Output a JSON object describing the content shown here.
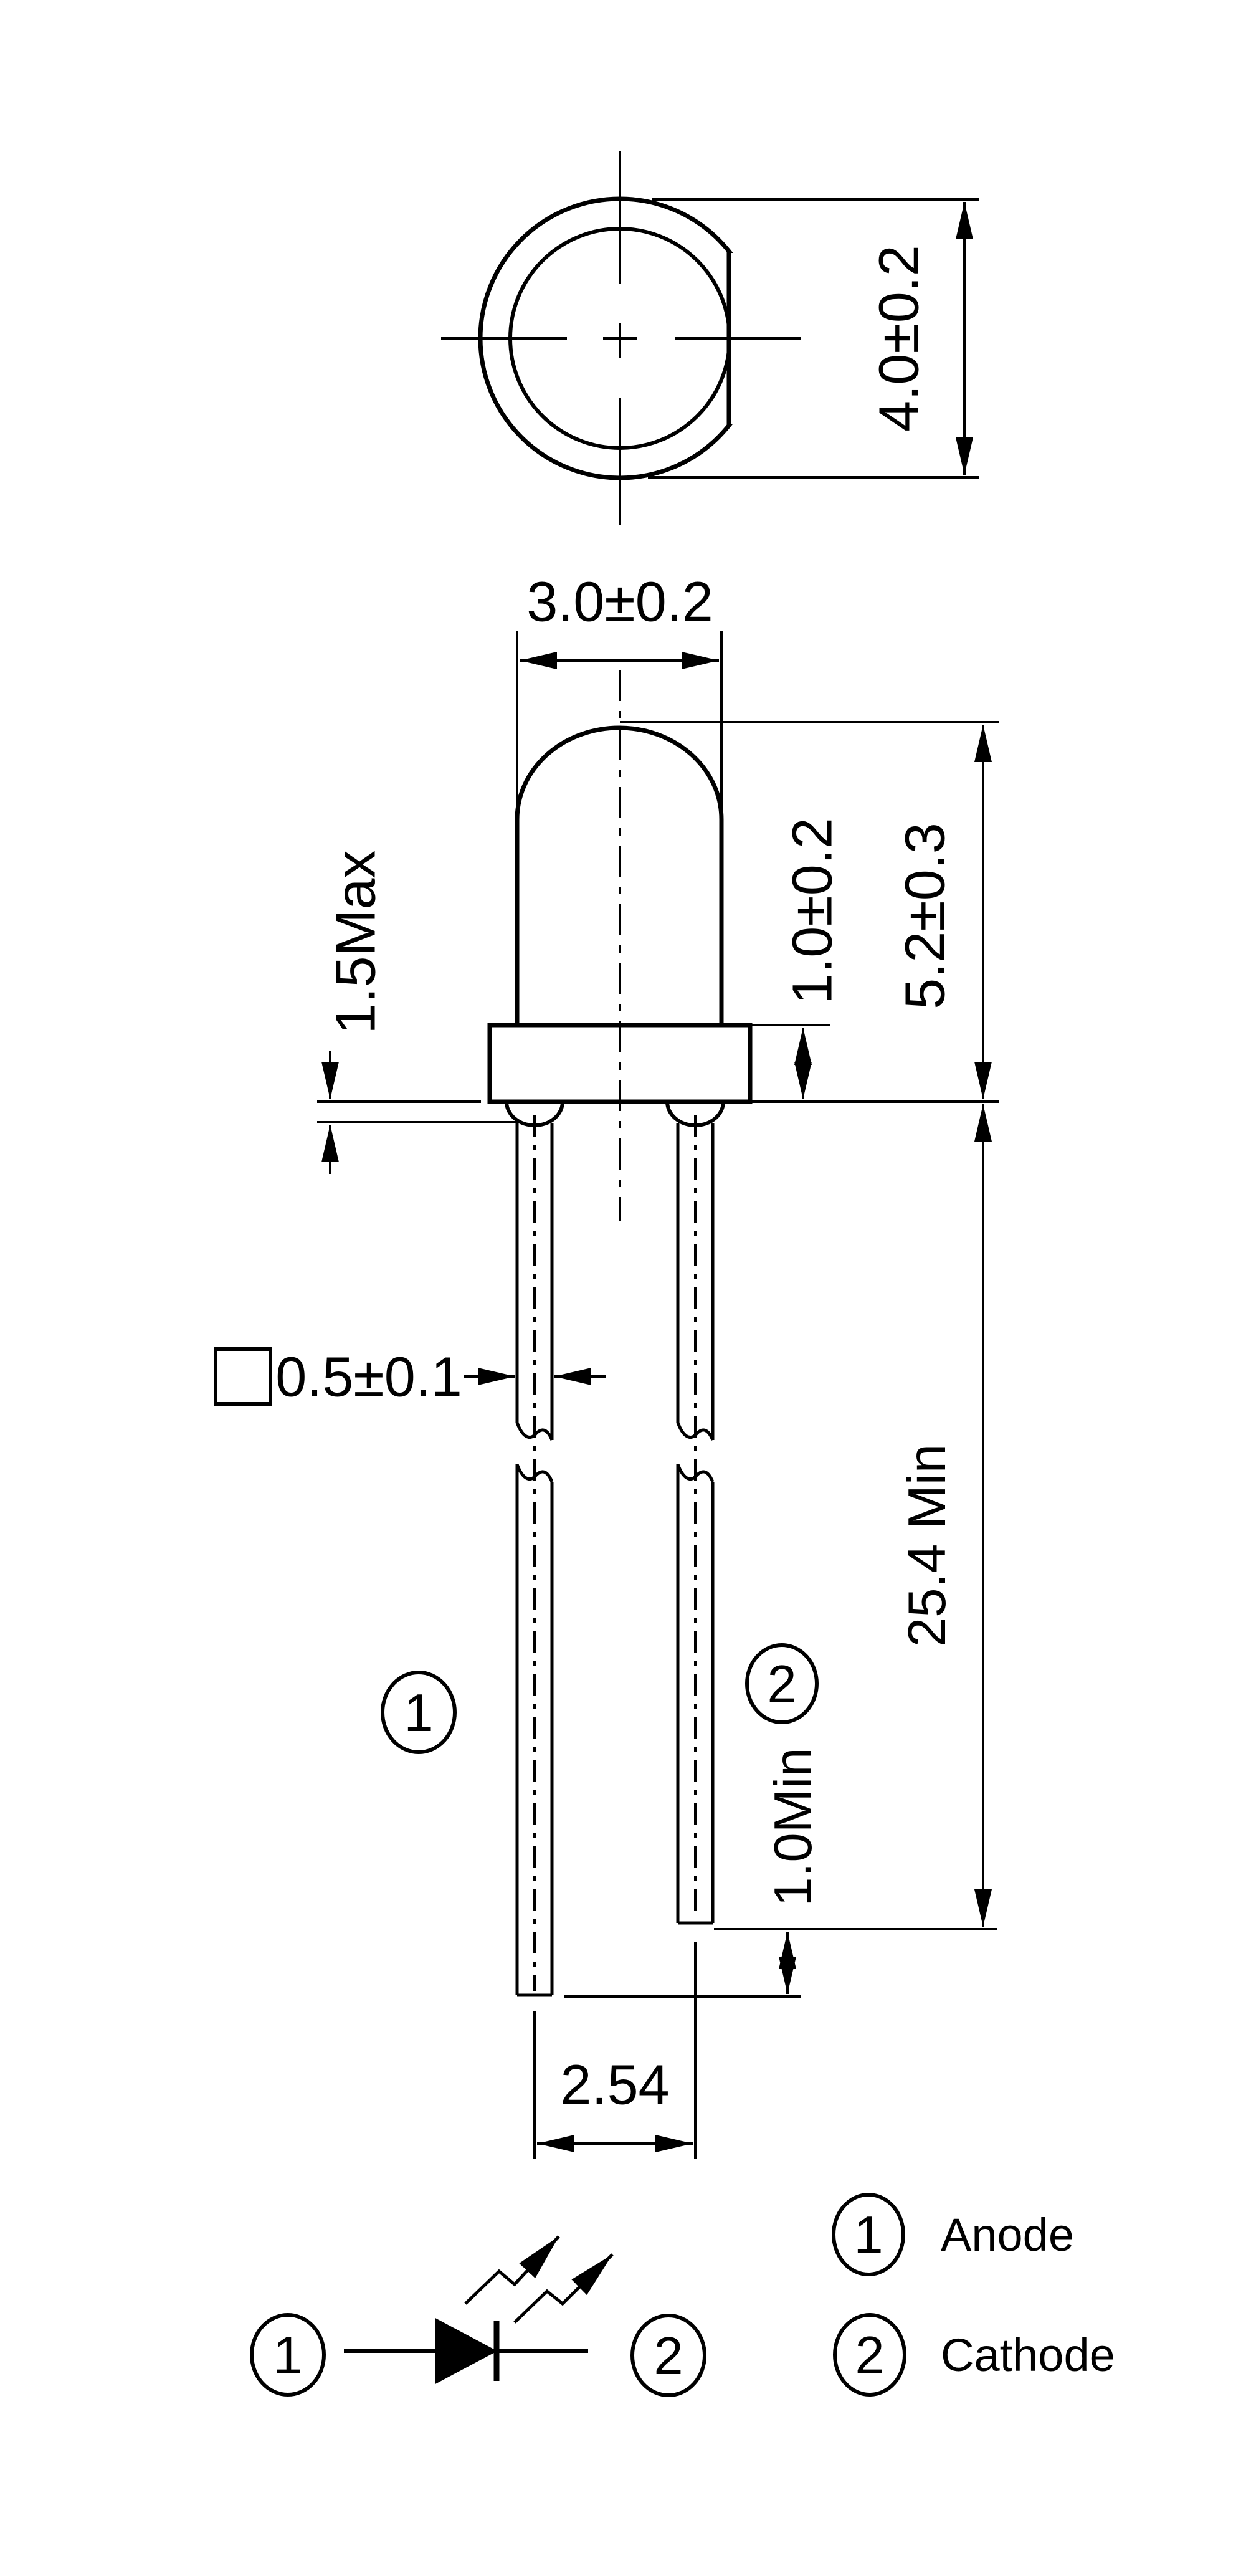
{
  "title": "LED component package outline drawing",
  "colors": {
    "line": "#000000",
    "background": "#ffffff"
  },
  "top_view": {
    "height_dim": "4.0±0.2"
  },
  "side_view": {
    "width_dim": "3.0±0.2",
    "standoff_dim": "1.5Max",
    "flange_thickness_dim": "1.0±0.2",
    "body_height_dim": "5.2±0.3",
    "lead_width_dim": "0.5±0.1",
    "lead_length_dim": "25.4 Min",
    "lead_tip_diff_dim": "1.0Min",
    "lead_pitch_dim": "2.54",
    "pin1_callout": "1",
    "pin2_callout": "2"
  },
  "schematic": {
    "pin1": "1",
    "pin2": "2"
  },
  "legend": [
    {
      "number": "1",
      "label": "Anode"
    },
    {
      "number": "2",
      "label": "Cathode"
    }
  ]
}
